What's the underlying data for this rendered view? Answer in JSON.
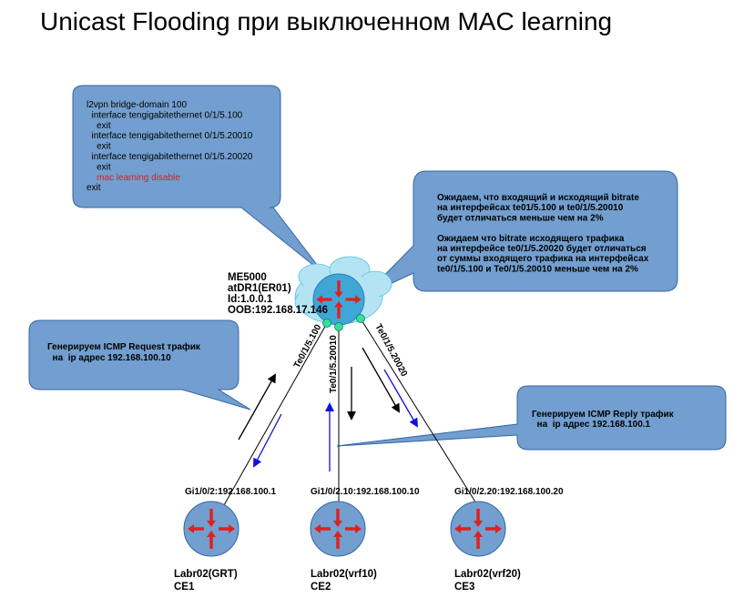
{
  "title": "Unicast Flooding при выключенном MAC learning",
  "config_box": {
    "lines": [
      "l2vpn bridge-domain 100",
      "  interface tengigabitethernet 0/1/5.100",
      "    exit",
      "  interface tengigabitethernet 0/1/5.20010",
      "    exit",
      "  interface tengigabitethernet 0/1/5.20020",
      "    exit",
      "    mac learning disable",
      "exit"
    ],
    "highlight_color": "#d42020"
  },
  "expectation_box": {
    "lines": [
      "Ожидаем, что входящий и исходящий bitrate",
      "на интерфейсах te01/5.100 и te0/1/5.20010",
      "будет отличаться меньше чем на 2%",
      "",
      "Ожидаем что bitrate исходящего трафика",
      "на интерфейсе te0/1/5.20020 будет отличаться",
      "от суммы входящего трафика на интерфейсах",
      "te0/1/5.100 и Te0/1/5.20010 меньше чем на 2%"
    ]
  },
  "request_box": {
    "lines": [
      "Генерируем ICMP Request трафик",
      "  на  ip адрес 192.168.100.10"
    ]
  },
  "reply_box": {
    "lines": [
      "Генерируем ICMP Reply трафик",
      "  на  ip адрес 192.168.100.1"
    ]
  },
  "core_router": {
    "labels": [
      "ME5000",
      "atDR1(ER01)",
      "Id:1.0.0.1",
      "OOB:192.168.17.146"
    ]
  },
  "links": [
    {
      "label": "Te0/1/5.100"
    },
    {
      "label": "Te0/1/5.20010"
    },
    {
      "label": "Te0/1/5.20020"
    }
  ],
  "edge_routers": [
    {
      "port": "Gi1/0/2:192.168.100.1",
      "name": "Labr02(GRT)",
      "role": "CE1"
    },
    {
      "port": "Gi1/0/2.10:192.168.100.10",
      "name": "Labr02(vrf10)",
      "role": "CE2"
    },
    {
      "port": "Gi1/0/2.20:192.168.100.20",
      "name": "Labr02(vrf20)",
      "role": "CE3"
    }
  ],
  "colors": {
    "bubble_fill": "#729fcf",
    "bubble_stroke": "#3465a4",
    "cloud_fill": "#b4e4f4",
    "router_fill": "#729fcf",
    "core_router_fill": "#3fa7d6",
    "arrow_red": "#e02020",
    "arrow_blue": "#1010e0",
    "port_dot": "#30e0a0"
  }
}
